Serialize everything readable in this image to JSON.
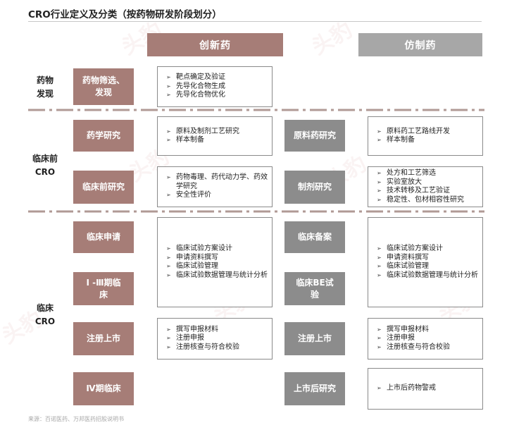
{
  "title": "CRO行业定义及分类（按药物研发阶段划分）",
  "headers": {
    "innovative": "创新药",
    "generic": "仿制药"
  },
  "stages": {
    "discovery": "药物\n发现",
    "preclinical": "临床前\nCRO",
    "clinical": "临床\nCRO"
  },
  "innovative_boxes": [
    "药物筛选、\n发现",
    "药学研究",
    "临床前研究",
    "临床申请",
    "Ⅰ -Ⅲ期临\n床",
    "注册上市",
    "Ⅳ期临床"
  ],
  "generic_boxes": [
    "原料药研究",
    "制剂研究",
    "临床备案",
    "临床BE试\n验",
    "注册上市",
    "上市后研究"
  ],
  "innovative_lists": [
    [
      "靶点确定及验证",
      "先导化合物生成",
      "先导化合物优化"
    ],
    [
      "原料及制剂工艺研究",
      "样本制备"
    ],
    [
      "药物毒理、药代动力学、药效学研究",
      "安全性评价"
    ],
    [
      "临床试验方案设计",
      "申请资料撰写",
      "临床试验管理",
      "临床试验数据管理与统计分析"
    ],
    [
      "撰写申报材料",
      "注册申报",
      "注册核查与符合校验"
    ]
  ],
  "generic_lists": [
    [
      "原料药工艺路线开发",
      "样本制备"
    ],
    [
      "处方和工艺筛选",
      "实验室放大",
      "技术转移及工艺验证",
      "稳定性、包材相容性研究"
    ],
    [
      "临床试验方案设计",
      "申请资料撰写",
      "临床试验管理",
      "临床试验数据管理与统计分析"
    ],
    [
      "撰写申报材料",
      "注册申报",
      "注册核查与符合校验"
    ],
    [
      "上市后药物警戒"
    ]
  ],
  "source": "来源：百诺医药、万邦医药招股说明书",
  "watermark": "头豹",
  "colors": {
    "innovative": "#a67d77",
    "generic": "#8c8c8c",
    "header_generic": "#a7a7a7"
  }
}
